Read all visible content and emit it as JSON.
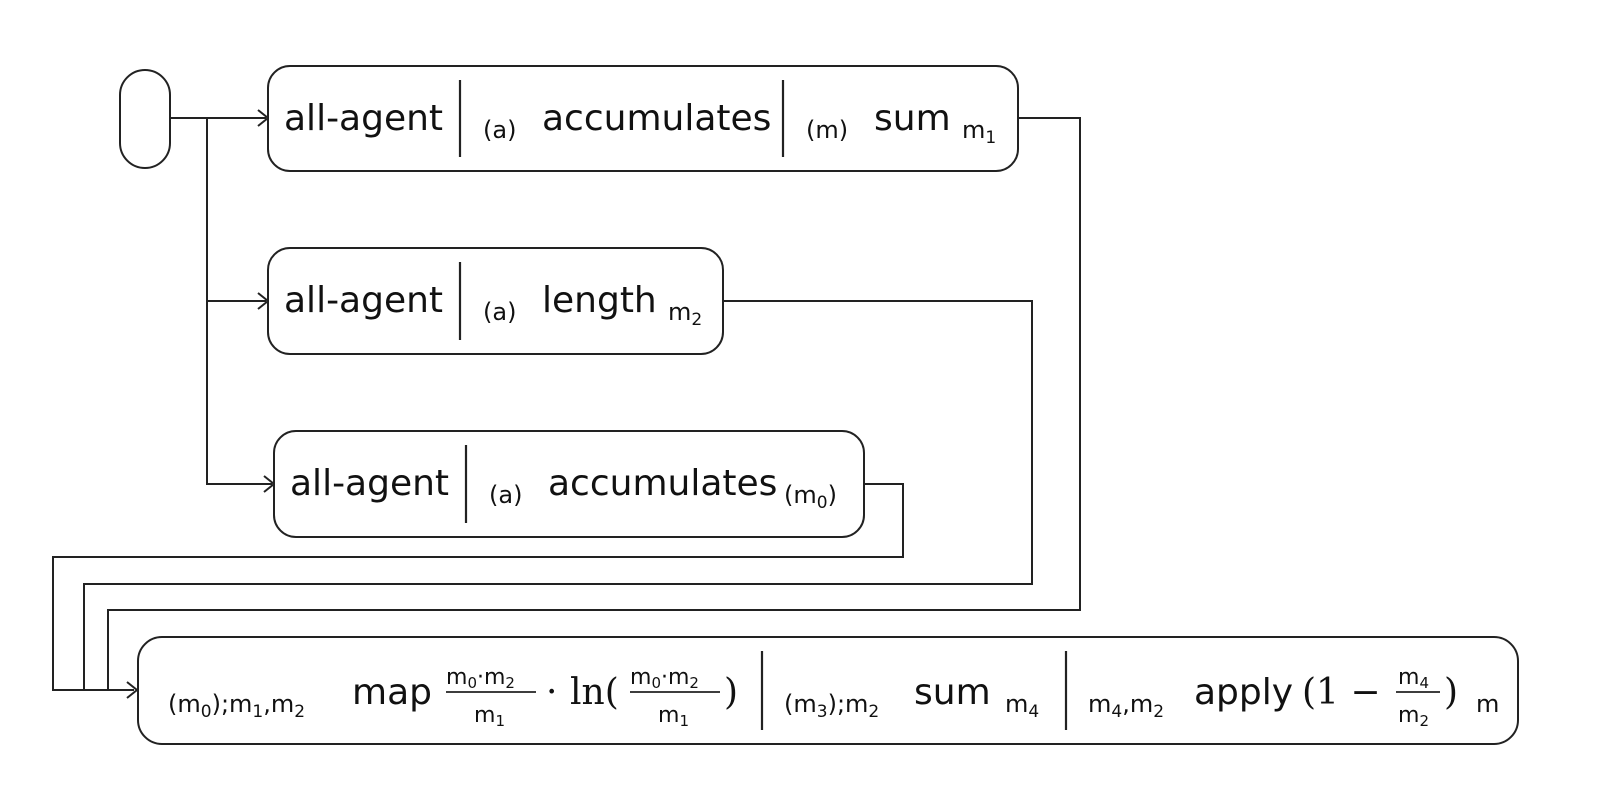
{
  "start_node": {
    "label": ""
  },
  "nodes": [
    {
      "id": "top",
      "parts": [
        {
          "text": "all-agent"
        },
        {
          "input": "(a)",
          "op": "accumulates"
        },
        {
          "input": "(m)",
          "op": "sum",
          "output": "m",
          "output_sub": "1"
        }
      ]
    },
    {
      "id": "middle",
      "parts": [
        {
          "text": "all-agent"
        },
        {
          "input": "(a)",
          "op": "length",
          "output": "m",
          "output_sub": "2"
        }
      ]
    },
    {
      "id": "lower",
      "parts": [
        {
          "text": "all-agent"
        },
        {
          "input": "(a)",
          "op": "accumulates",
          "output": "(m",
          "output_sub": "0",
          "output_tail": ")"
        }
      ]
    }
  ],
  "final_node": {
    "seg1": {
      "input_pre": "(m",
      "input_sub1": "0",
      "input_mid": ");m",
      "input_sub2": "1",
      "input_comma": ",m",
      "input_sub3": "2",
      "op": "map",
      "frac_num": "m",
      "frac_num_sub1": "0",
      "frac_num_dot": "·m",
      "frac_num_sub2": "2",
      "frac_den": "m",
      "frac_den_sub": "1",
      "times": "·",
      "ln": "ln(",
      "close": ")"
    },
    "seg2": {
      "input_pre": "(m",
      "input_sub1": "3",
      "input_mid": ");m",
      "input_sub2": "2",
      "op": "sum",
      "output": "m",
      "output_sub": "4"
    },
    "seg3": {
      "input_pre": "m",
      "input_sub1": "4",
      "input_comma": ",m",
      "input_sub2": "2",
      "op": "apply",
      "paren_open": "(1 −",
      "frac_num": "m",
      "frac_num_sub": "4",
      "frac_den": "m",
      "frac_den_sub": "2",
      "paren_close": ")",
      "output": "m"
    }
  }
}
